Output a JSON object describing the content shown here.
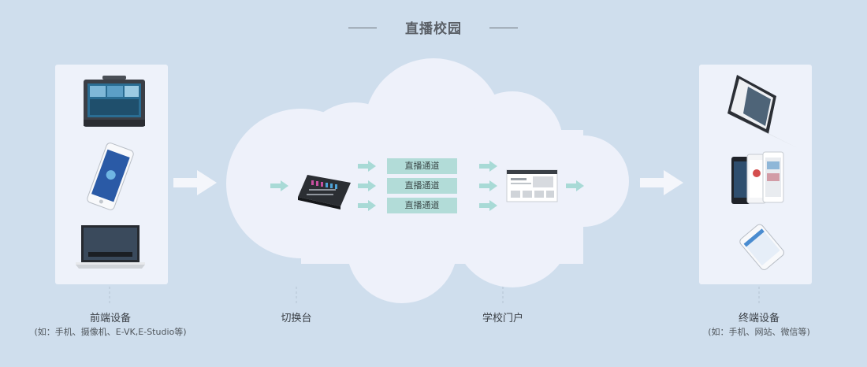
{
  "title": "直播校园",
  "front_devices": {
    "label": "前端设备",
    "sublabel": "(如：手机、摄像机、E-VK,E-Studio等)",
    "items": [
      "portable-broadcast-case",
      "smartphone",
      "laptop"
    ]
  },
  "switcher": {
    "label": "切换台"
  },
  "channels": [
    "直播通道",
    "直播通道",
    "直播通道"
  ],
  "portal": {
    "label": "学校门户"
  },
  "terminal_devices": {
    "label": "终端设备",
    "sublabel": "(如：手机、网站、微信等)",
    "items": [
      "laptop",
      "tablets",
      "smartphone"
    ]
  },
  "colors": {
    "background": "#cfdeed",
    "panel": "#eef2fa",
    "cloud": "#eef1fa",
    "arrow_white": "#f4f6fb",
    "arrow_teal": "#a8dad6",
    "channel_box": "#b2dcd8"
  }
}
